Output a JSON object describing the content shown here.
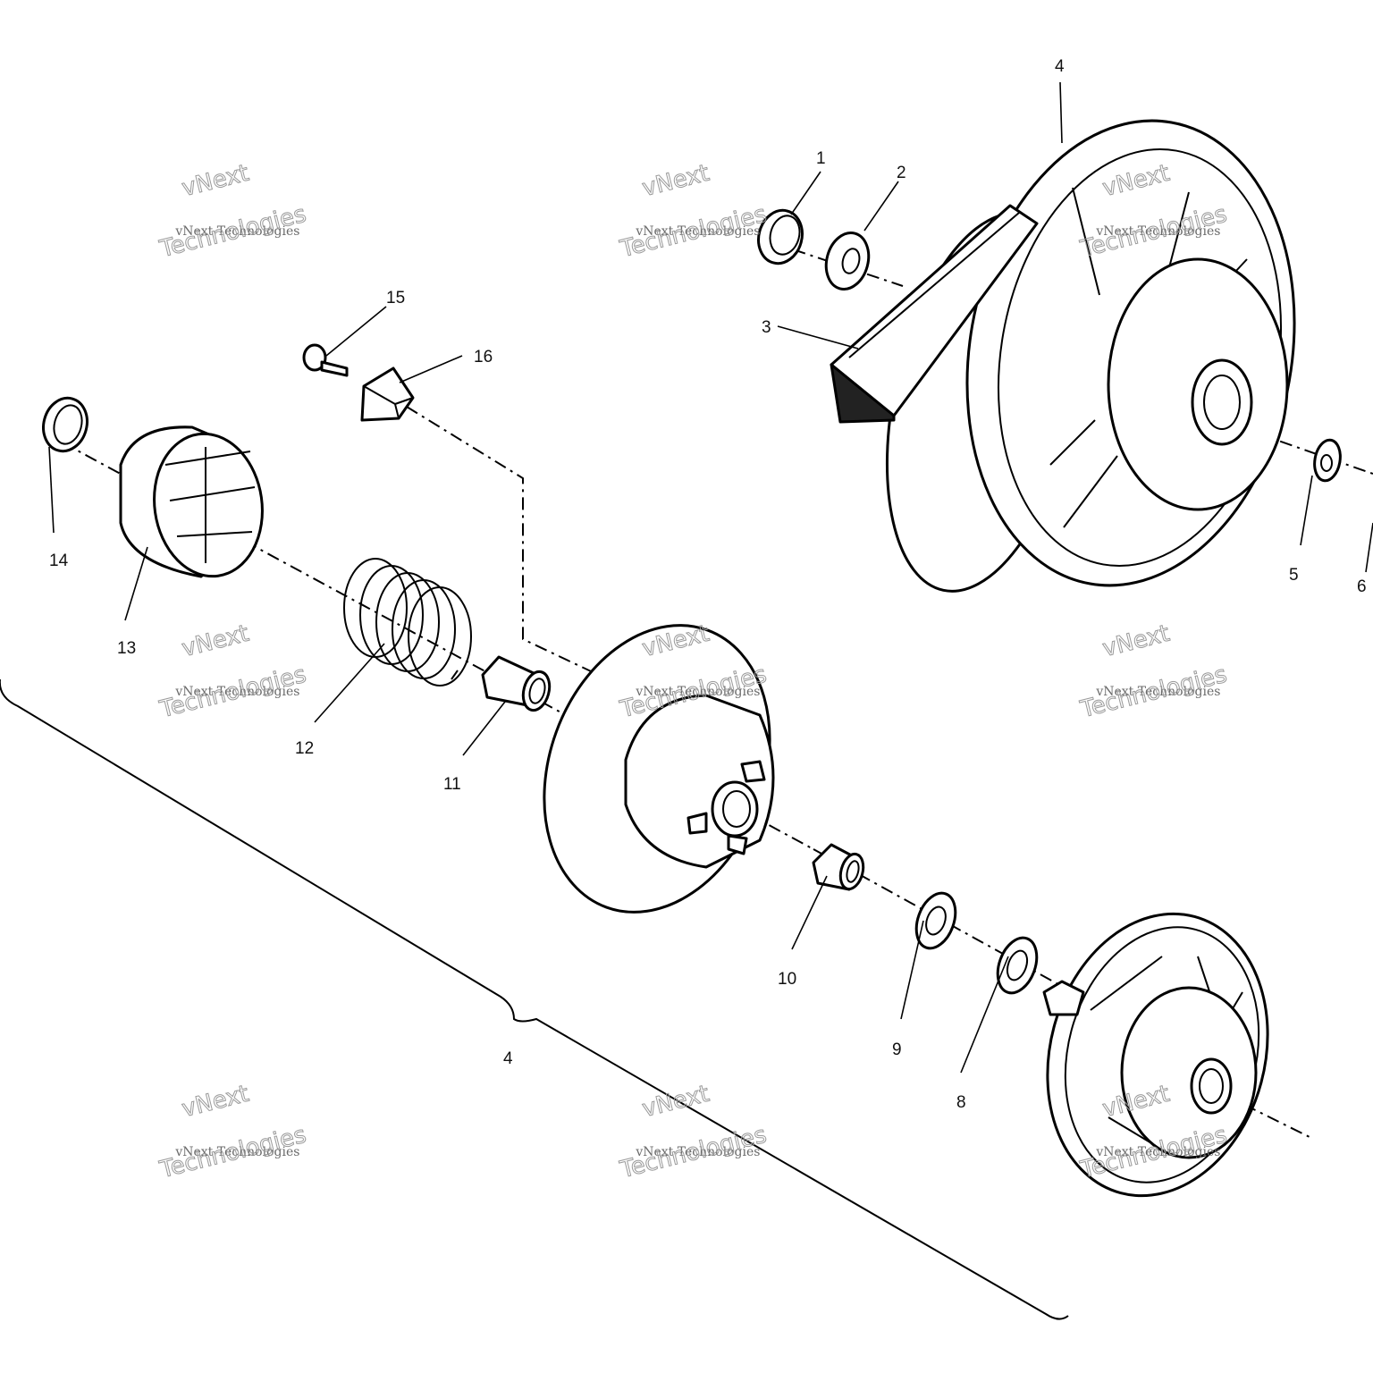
{
  "callouts": {
    "c1": "1",
    "c2": "2",
    "c3": "3",
    "c4_top": "4",
    "c5": "5",
    "c6": "6",
    "c8": "8",
    "c9": "9",
    "c10": "10",
    "c11": "11",
    "c12": "12",
    "c13": "13",
    "c14": "14",
    "c15": "15",
    "c16": "16",
    "c4_bracket": "4"
  },
  "watermark": {
    "line1": "vNext",
    "line2": "vNext Technologies",
    "line3": "Technologies"
  },
  "colors": {
    "ink": "#000000",
    "watermark": "#9a9a9a",
    "background": "#ffffff"
  }
}
